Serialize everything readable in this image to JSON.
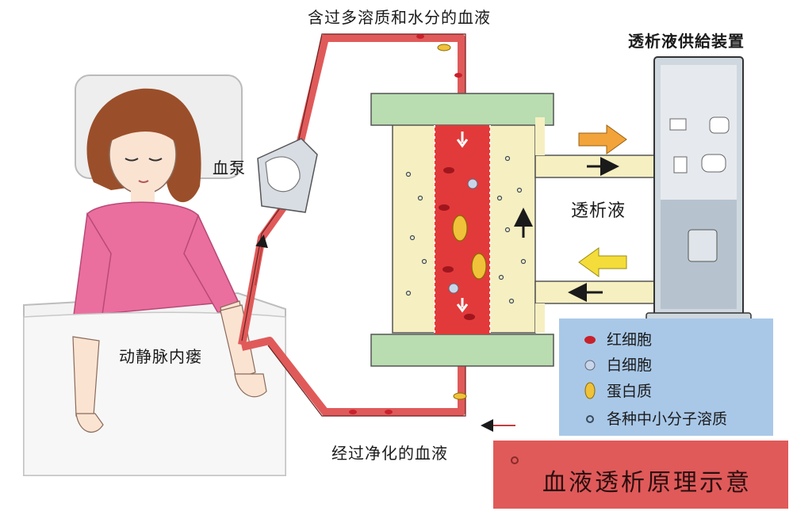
{
  "labels": {
    "top_blood": "含过多溶质和水分的血液",
    "bottom_blood": "经过净化的血液",
    "blood_pump": "血泵",
    "av_fistula": "动静脉内瘘",
    "dialysate": "透析液",
    "supply_device": "透析液供給装置"
  },
  "legend": {
    "items": [
      {
        "icon": "red-blood-cell-icon",
        "label": "红细胞",
        "color": "#c8212b"
      },
      {
        "icon": "white-blood-cell-icon",
        "label": "白细胞",
        "color": "#c9d6ea"
      },
      {
        "icon": "protein-icon",
        "label": "蛋白质",
        "color": "#f0c23a"
      },
      {
        "icon": "small-solute-icon",
        "label": "各种中小分子溶质",
        "color": "#3a4a5a"
      }
    ]
  },
  "title": "血液透析原理示意",
  "colors": {
    "blood_tube": "#e05a5a",
    "dialyzer_cap": "#b9dcb0",
    "dialyzer_body": "#f6efc1",
    "blood_channel": "#e23a3a",
    "legend_bg": "#a9c8e8",
    "banner_bg": "#e05a5a",
    "shirt": "#ea6f9e",
    "hair": "#9a4f2a",
    "arrow_orange": "#f2a43a",
    "arrow_yellow": "#f4dd3a"
  }
}
